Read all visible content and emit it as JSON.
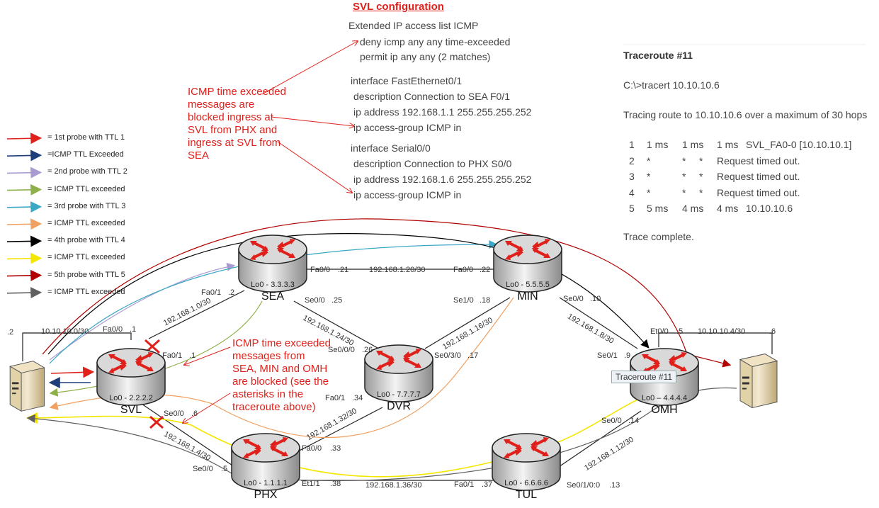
{
  "svl_config": {
    "title": "SVL configuration",
    "lines": [
      "Extended IP access list ICMP",
      "deny icmp any any time-exceeded",
      "permit ip any any (2 matches)",
      "interface FastEthernet0/1",
      "description Connection to SEA F0/1",
      "ip address 192.168.1.1 255.255.255.252",
      "ip access-group ICMP in",
      "interface Serial0/0",
      "description Connection to PHX S0/0",
      "ip address 192.168.1.6 255.255.255.252",
      "ip access-group ICMP in"
    ]
  },
  "annotations": {
    "ingress_note": "ICMP time exceeded messages are blocked ingress at SVL from PHX and ingress at SVL from SEA",
    "blocked_note": "ICMP time exceeded messages from SEA, MIN and OMH are blocked (see the asterisks in the traceroute above)"
  },
  "traceroute": {
    "title": "Traceroute #11",
    "command": "C:\\>tracert 10.10.10.6",
    "tracing": "Tracing route to 10.10.10.6 over a maximum of 30 hops",
    "hops": [
      {
        "n": "1",
        "t1": "1 ms",
        "t2": "1 ms",
        "t3": "1 ms",
        "dest": "SVL_FA0-0 [10.10.10.1]"
      },
      {
        "n": "2",
        "t1": "*",
        "t2": "*",
        "t3": "*",
        "dest": "Request timed out."
      },
      {
        "n": "3",
        "t1": "*",
        "t2": "*",
        "t3": "*",
        "dest": "Request timed out."
      },
      {
        "n": "4",
        "t1": "*",
        "t2": "*",
        "t3": "*",
        "dest": "Request timed out."
      },
      {
        "n": "5",
        "t1": "5 ms",
        "t2": "4 ms",
        "t3": "4 ms",
        "dest": "10.10.10.6"
      }
    ],
    "complete": "Trace complete.",
    "tooltip": "Traceroute #11"
  },
  "legend": [
    {
      "label": "= 1st probe with TTL 1",
      "color": "#e0201b"
    },
    {
      "label": "=ICMP TTL Exceeded",
      "color": "#1f3d7a"
    },
    {
      "label": "= 2nd probe with TTL 2",
      "color": "#a99bd0"
    },
    {
      "label": "= ICMP TTL exceeded",
      "color": "#8db04a"
    },
    {
      "label": "= 3rd probe with TTL 3",
      "color": "#3aa8c4"
    },
    {
      "label": "= ICMP TTL exceeded",
      "color": "#f0a060"
    },
    {
      "label": "= 4th probe with TTL 4",
      "color": "#000000"
    },
    {
      "label": "= ICMP TTL exceeded",
      "color": "#f5e600"
    },
    {
      "label": "= 5th probe with TTL 5",
      "color": "#b00000"
    },
    {
      "label": "= ICMP TTL exceeded",
      "color": "#606060"
    }
  ],
  "routers": {
    "sea": {
      "name": "SEA",
      "loopback": "Lo0 - 3.3.3.3"
    },
    "min": {
      "name": "MIN",
      "loopback": "Lo0 - 5.5.5.5"
    },
    "svl": {
      "name": "SVL",
      "loopback": "Lo0 - 2.2.2.2"
    },
    "dvr": {
      "name": "DVR",
      "loopback": "Lo0 - 7.7.7.7"
    },
    "omh": {
      "name": "OMH",
      "loopback": "Lo0 – 4.4.4.4"
    },
    "phx": {
      "name": "PHX",
      "loopback": "Lo0 - 1.1.1.1"
    },
    "tul": {
      "name": "TUL",
      "loopback": "Lo0 - 6.6.6.6"
    }
  },
  "links": {
    "sea_fa00": "Fa0/0",
    "sea_fa00_ip": ".21",
    "sea_min_net": "192.168.1.20/30",
    "min_fa00": "Fa0/0",
    "min_fa00_ip": ".22",
    "sea_fa01": "Fa0/1",
    "sea_fa01_ip": ".2",
    "svl_sea_net": "192.168.1.0/30",
    "sea_se00": "Se0/0",
    "sea_se00_ip": ".25",
    "sea_dvr_net": "192.168.1.24/30",
    "dvr_se000": "Se0/0/0",
    "dvr_se000_ip": ".26",
    "min_se10": "Se1/0",
    "min_se10_ip": ".18",
    "min_dvr_net": "192.168.1.16/30",
    "dvr_se030": "Se0/3/0",
    "dvr_se030_ip": ".17",
    "min_se00": "Se0/0",
    "min_se00_ip": ".10",
    "min_omh_net": "192.168.1.8/30",
    "omh_se01": "Se0/1",
    "omh_se01_ip": ".9",
    "host_left_ip": ".2",
    "left_lan": "10.10.10.0/30",
    "svl_fa00": "Fa0/0",
    "svl_fa00_ip": ".1",
    "svl_fa01": "Fa0/1",
    "svl_fa01_ip": ".1",
    "svl_se00": "Se0/0",
    "svl_se00_ip": ".6",
    "svl_phx_net": "192.168.1.4/30",
    "phx_se00": "Se0/0",
    "phx_se00_ip": ".5",
    "dvr_fa01": "Fa0/1",
    "dvr_fa01_ip": ".34",
    "dvr_phx_net": "192.168.1.32/30",
    "phx_fa00": "Fa0/0",
    "phx_fa00_ip": ".33",
    "phx_et11": "Et1/1",
    "phx_et11_ip": ".38",
    "phx_tul_net": "192.168.1.36/30",
    "tul_fa01": "Fa0/1",
    "tul_fa01_ip": ".37",
    "omh_et00": "Et0/0",
    "omh_et00_ip": ".5",
    "right_lan": "10.10.10.4/30",
    "host_right_ip": ".6",
    "omh_se00": "Se0/0",
    "omh_se00_ip": ".14",
    "tul_omh_net": "192.168.1.12/30",
    "tul_se010": "Se0/1/0:0",
    "tul_se010_ip": ".13"
  }
}
